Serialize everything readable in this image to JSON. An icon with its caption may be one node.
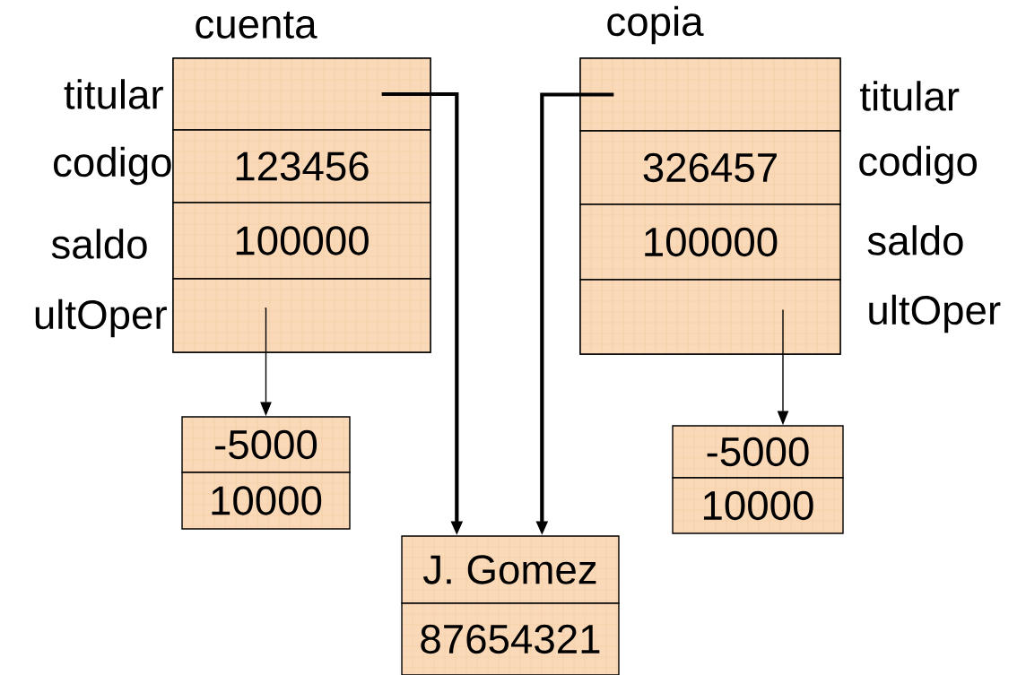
{
  "diagram": {
    "nodes": [
      {
        "text": [
          "cuenta"
        ]
      },
      {
        "text": [],
        "shape": "box",
        "beside": [
          "titular"
        ],
        "in": 0
      },
      {
        "text": [
          "123456"
        ],
        "beside": [
          "codigo"
        ],
        "in": 0
      },
      {
        "text": [
          "100000"
        ],
        "beside": [
          "saldo"
        ],
        "in": 0
      },
      {
        "text": [],
        "shape": "box",
        "beside": [
          "ultOper"
        ],
        "in": 0
      },
      {
        "text": [
          "copia"
        ]
      },
      {
        "text": [],
        "shape": "box",
        "beside": [
          "titular"
        ],
        "in": 5
      },
      {
        "text": [
          "326457"
        ],
        "beside": [
          "codigo"
        ],
        "in": 5
      },
      {
        "text": [
          "100000"
        ],
        "beside": [
          "saldo"
        ],
        "in": 5
      },
      {
        "text": [],
        "shape": "box",
        "beside": [
          "ultOper"
        ],
        "in": 5
      },
      {
        "text": [
          "-5000"
        ]
      },
      {
        "text": [
          "10000"
        ]
      },
      {
        "text": [
          "-5000"
        ]
      },
      {
        "text": [
          "10000"
        ]
      },
      {
        "text": [
          "J. Gomez"
        ]
      },
      {
        "text": [
          "87654321"
        ]
      }
    ],
    "edges": [
      {
        "from": 1,
        "to": 14,
        "arrow": "to",
        "style": "thick"
      },
      {
        "from": 6,
        "to": 14,
        "arrow": "to",
        "style": "thick"
      },
      {
        "from": 4,
        "to": 10,
        "arrow": "to"
      },
      {
        "from": 9,
        "to": 12,
        "arrow": "to"
      }
    ]
  }
}
